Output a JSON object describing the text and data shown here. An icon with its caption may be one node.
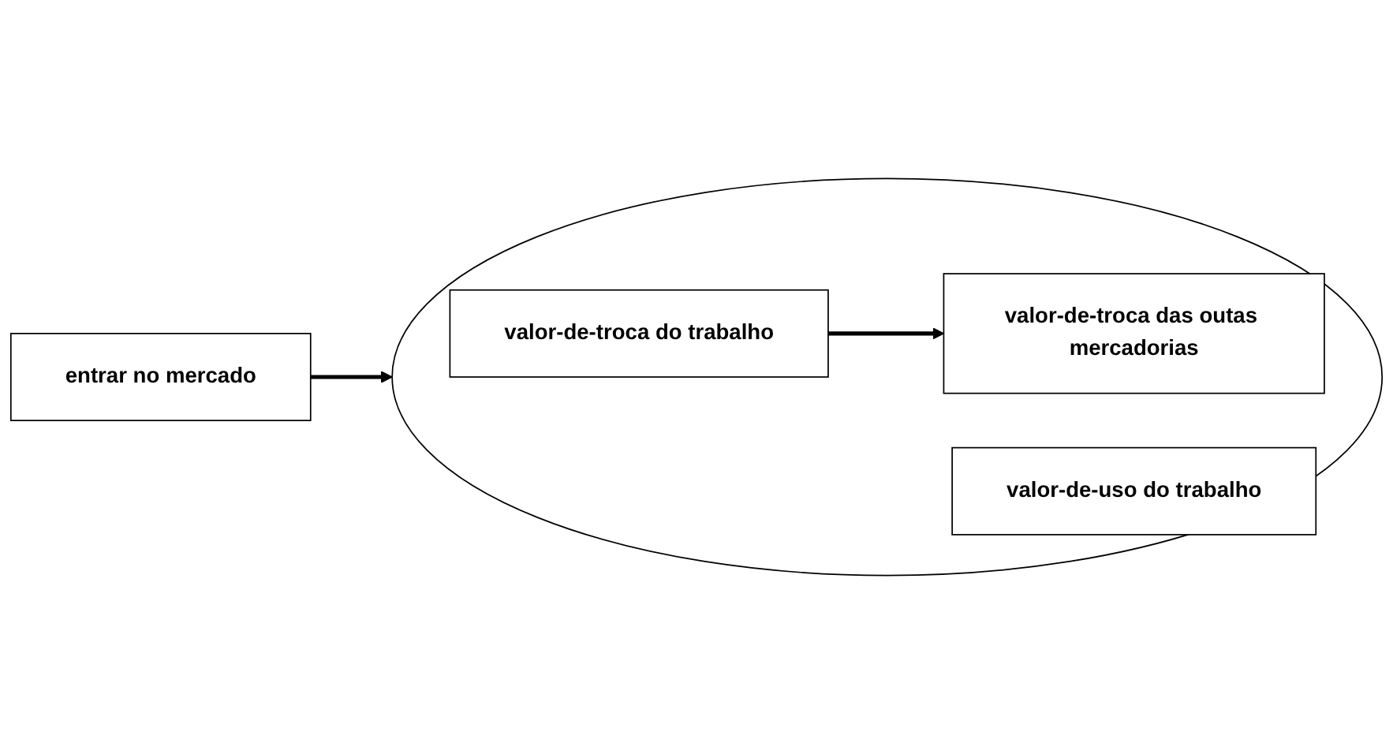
{
  "diagram": {
    "nodes": [
      {
        "text": [
          "entrar no mercado"
        ]
      },
      {
        "text": [],
        "shape": "ellipse"
      },
      {
        "text": [
          "valor-de-troca do trabalho"
        ],
        "in": 1
      },
      {
        "text": [
          "valor-de-troca das outas mercadorias"
        ],
        "in": 1
      },
      {
        "text": [
          "valor-de-uso do trabalho"
        ],
        "in": 1
      }
    ],
    "edges": [
      {
        "from": 0,
        "to": 1,
        "arrow": "to"
      },
      {
        "from": 2,
        "to": 3,
        "arrow": "to"
      }
    ]
  }
}
